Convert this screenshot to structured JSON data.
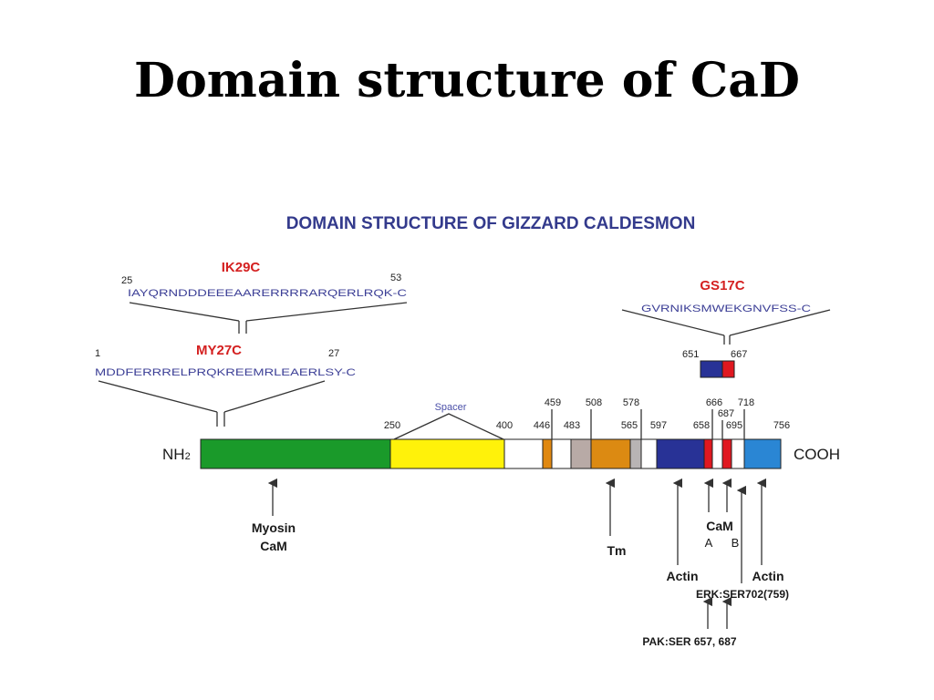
{
  "title": "Domain structure of CaD",
  "figure": {
    "heading": "DOMAIN STRUCTURE OF GIZZARD CALDESMON",
    "peptides": {
      "ik29c": {
        "name": "IK29C",
        "start": "25",
        "end": "53",
        "sequence": "IAYQRNDDDEEEAARERRRRARQERLRQK-C"
      },
      "my27c": {
        "name": "MY27C",
        "start": "1",
        "end": "27",
        "sequence": "MDDFERRRELPRQKREEMRLEAERLSY-C"
      },
      "gs17c": {
        "name": "GS17C",
        "start": "651",
        "end": "667",
        "sequence": "GVRNIKSMWEKGNVFSS-C"
      }
    },
    "termini": {
      "n": "NH",
      "n_sub": "2",
      "c": "COOH"
    },
    "spacer_label": "Spacer",
    "positions": {
      "p250": "250",
      "p400": "400",
      "p446": "446",
      "p459": "459",
      "p483": "483",
      "p508": "508",
      "p565": "565",
      "p578": "578",
      "p597": "597",
      "p658": "658",
      "p666": "666",
      "p687": "687",
      "p695": "695",
      "p718": "718",
      "p756": "756"
    },
    "segments": [
      {
        "name": "segment-1-250",
        "color": "#1a9a2a"
      },
      {
        "name": "segment-250-400",
        "color": "#fff20a"
      },
      {
        "name": "segment-400-446",
        "color": "#ffffff"
      },
      {
        "name": "segment-446-459",
        "color": "#e08810"
      },
      {
        "name": "segment-459-483",
        "color": "#ffffff"
      },
      {
        "name": "segment-483-508",
        "color": "#b8aaa6"
      },
      {
        "name": "segment-508-565",
        "color": "#dc8a12"
      },
      {
        "name": "segment-565-578",
        "color": "#b8b4b4"
      },
      {
        "name": "segment-578-597",
        "color": "#ffffff"
      },
      {
        "name": "segment-597-658",
        "color": "#283296"
      },
      {
        "name": "segment-658-666",
        "color": "#e01820"
      },
      {
        "name": "segment-666-687",
        "color": "#ffffff"
      },
      {
        "name": "segment-687-695",
        "color": "#e01820"
      },
      {
        "name": "segment-695-718",
        "color": "#ffffff"
      },
      {
        "name": "segment-718-756",
        "color": "#2a86d4"
      }
    ],
    "binding_labels": {
      "myosin": "Myosin",
      "cam_n": "CaM",
      "tm": "Tm",
      "cam_c": "CaM",
      "cam_a": "A",
      "cam_b": "B",
      "actin_1": "Actin",
      "actin_2": "Actin",
      "erk": "ERK:SER702(759)",
      "pak": "PAK:SER 657, 687"
    },
    "colors": {
      "heading": "#333a8c",
      "peptide_name": "#d42020",
      "sequence": "#3c3f96"
    }
  }
}
